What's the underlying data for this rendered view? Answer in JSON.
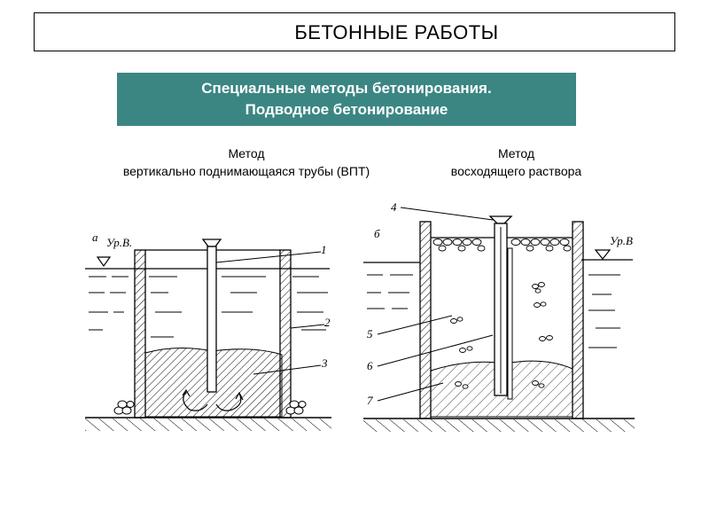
{
  "header": {
    "title": "БЕТОННЫЕ РАБОТЫ"
  },
  "subtitle": {
    "line1": "Специальные методы бетонирования.",
    "line2": "Подводное бетонирование"
  },
  "left_method": {
    "line1": "Метод",
    "line2": "вертикально поднимающаяся трубы (ВПТ)"
  },
  "right_method": {
    "line1": "Метод",
    "line2": "восходящего раствора"
  },
  "left_diagram": {
    "letter": "а",
    "water_label": "Ур.В.",
    "callouts": [
      "1",
      "2",
      "3"
    ]
  },
  "right_diagram": {
    "letter": "б",
    "water_label": "Ур.В",
    "callouts": [
      "4",
      "5",
      "6",
      "7"
    ]
  },
  "colors": {
    "subtitle_bg": "#3b8683",
    "line": "#000000"
  }
}
